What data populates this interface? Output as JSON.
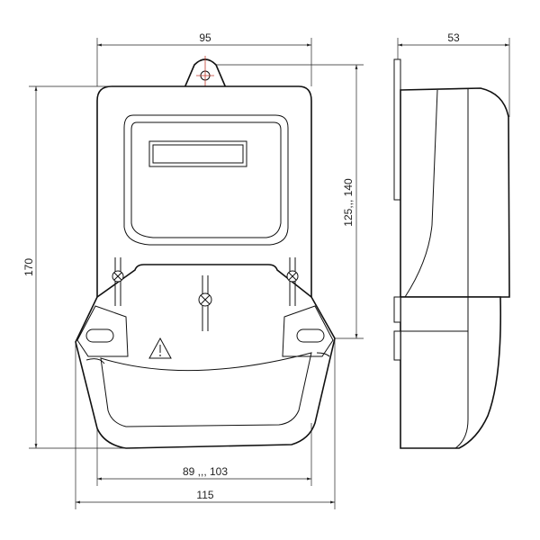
{
  "dimensions": {
    "front_width": "95",
    "side_depth": "53",
    "total_height": "170",
    "mount_height": "125,,, 140",
    "bottom_inner": "89 ,,, 103",
    "bottom_total": "115"
  },
  "colors": {
    "line": "#111111",
    "dimension": "#222222",
    "axis": "#c0392b"
  },
  "icons": {
    "warning": "warning-triangle-icon",
    "screw": "screw-head-icon"
  }
}
